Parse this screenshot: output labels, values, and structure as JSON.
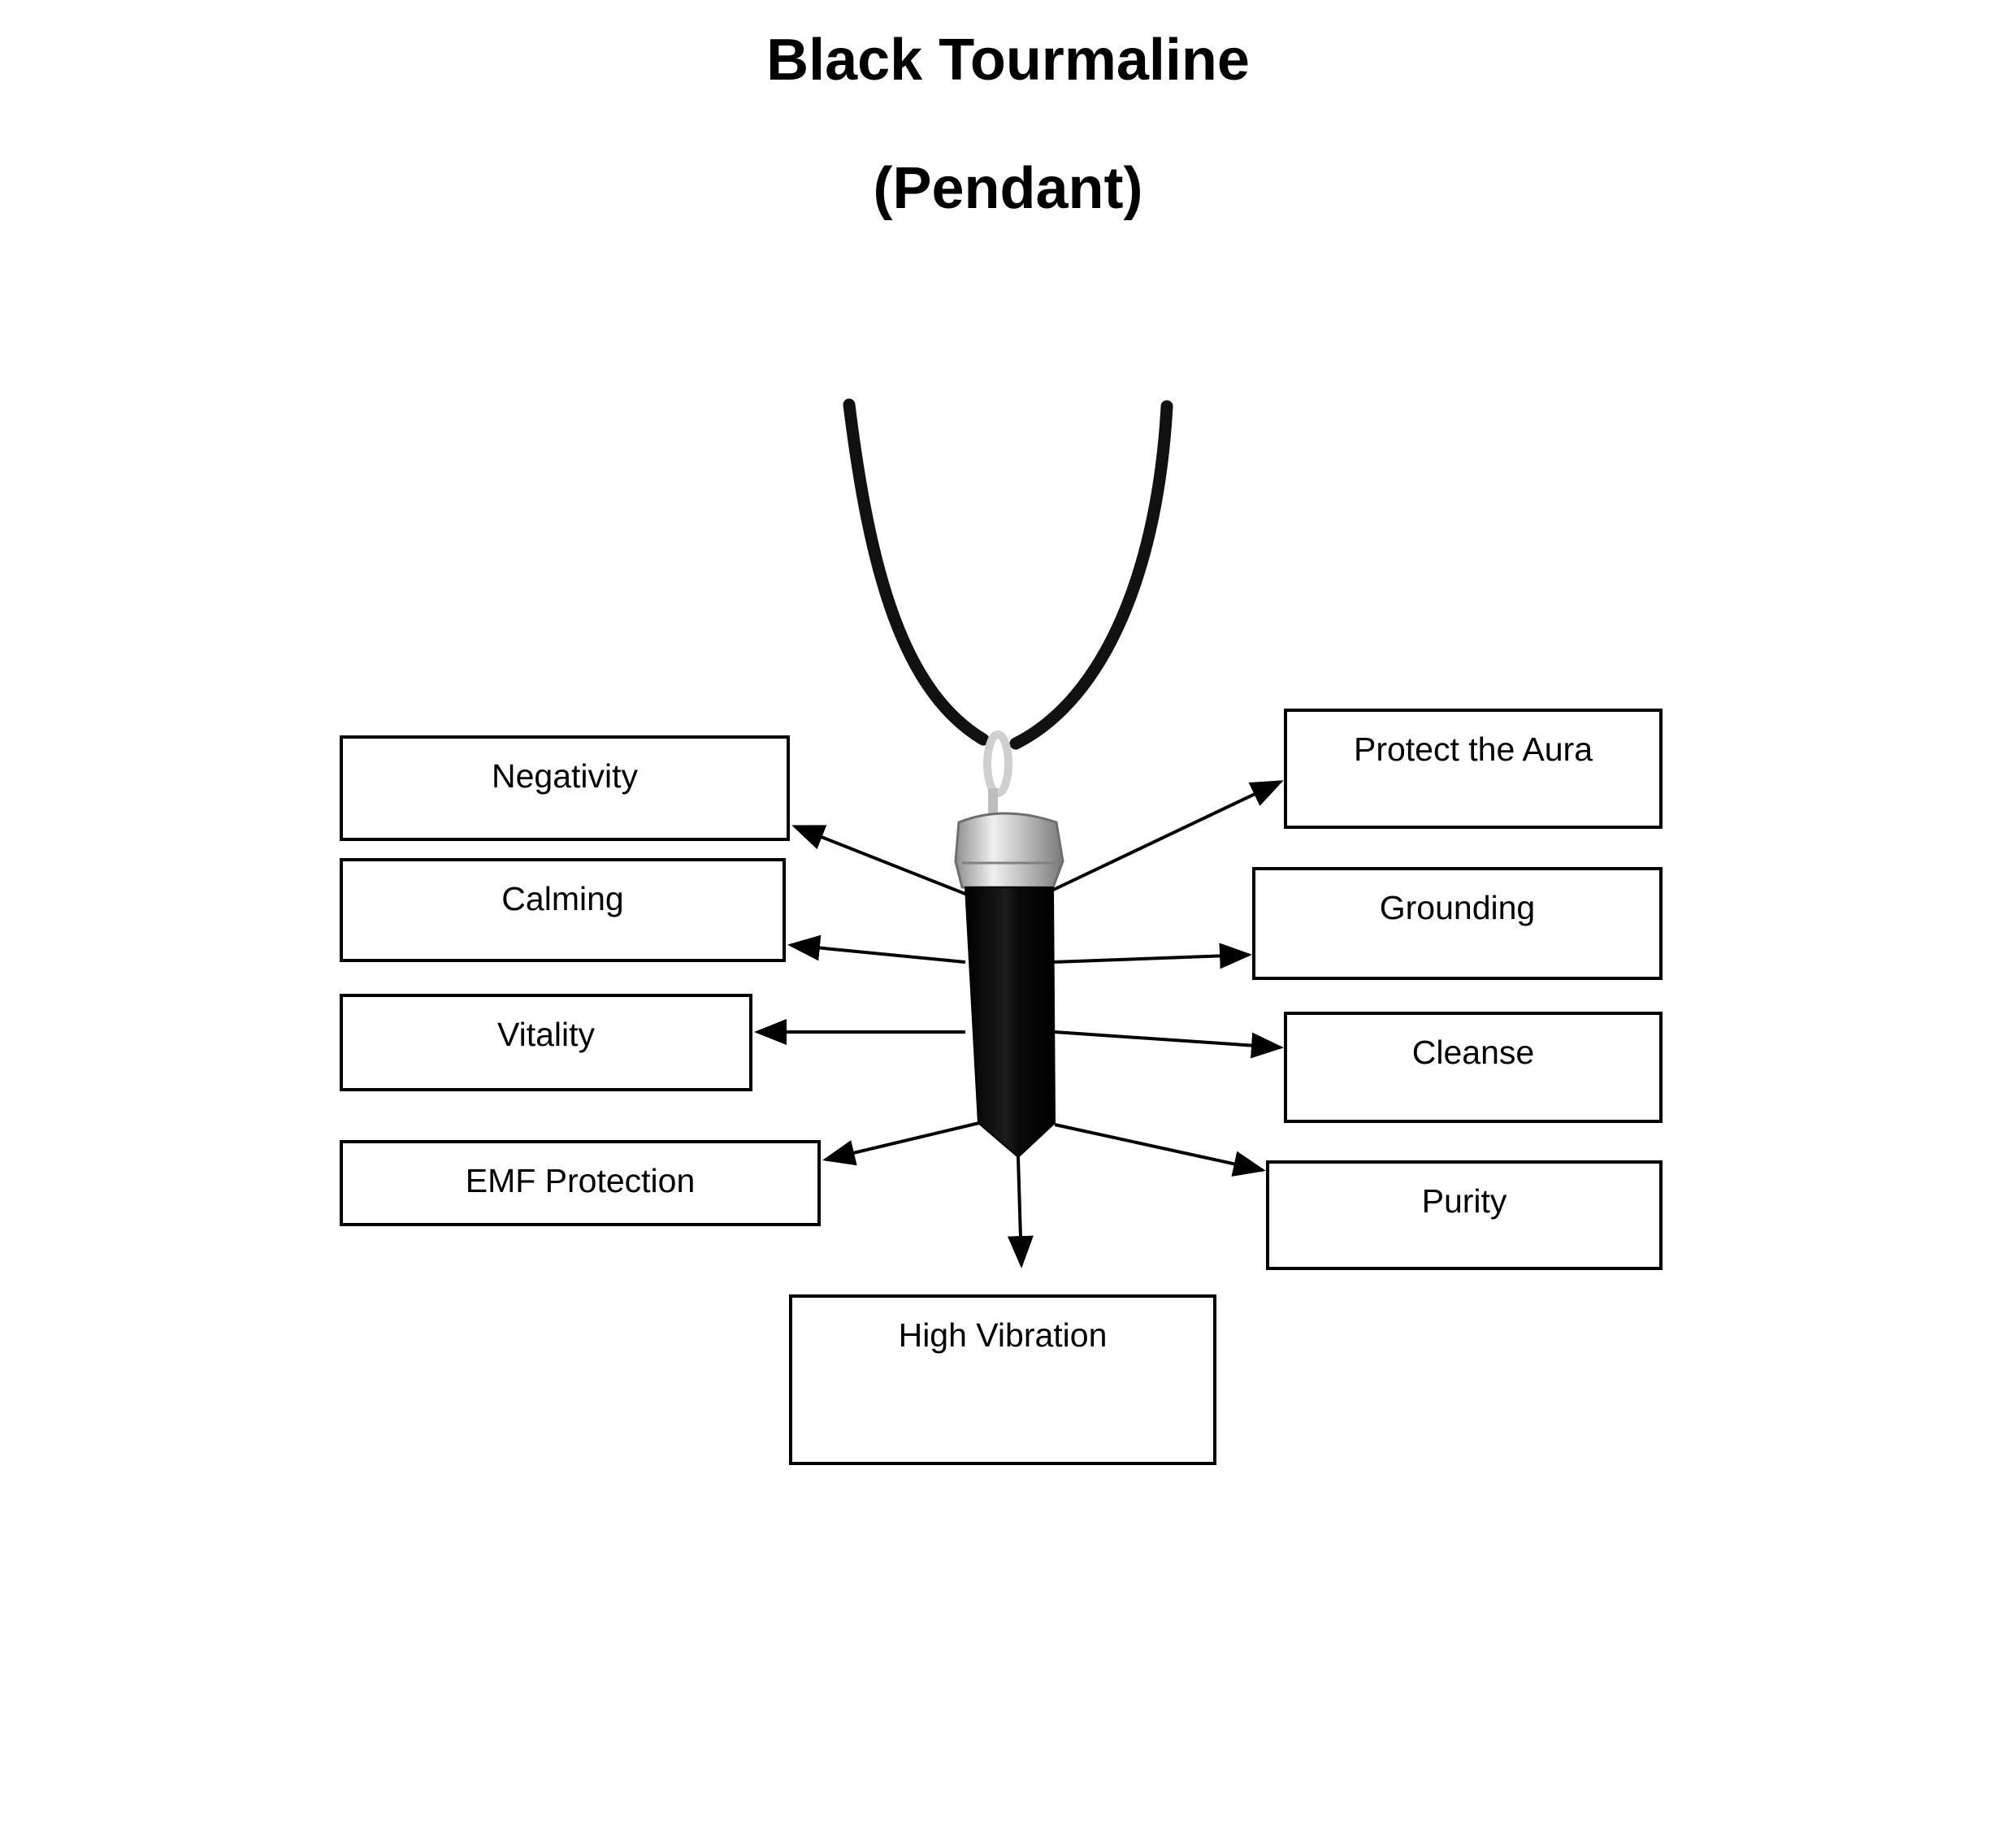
{
  "title": {
    "line1": "Black Tourmaline",
    "line2": "(Pendant)"
  },
  "labels": {
    "negativity": "Negativity",
    "calming": "Calming",
    "vitality": "Vitality",
    "emf_protection": "EMF Protection",
    "high_vibration": "High Vibration",
    "protect_the_aura": "Protect the Aura",
    "grounding": "Grounding",
    "cleanse": "Cleanse",
    "purity": "Purity"
  },
  "colors": {
    "stone": "#0b0b0b",
    "cord": "#111111",
    "silver_cap": "#c9c9c9",
    "line": "#000000"
  }
}
